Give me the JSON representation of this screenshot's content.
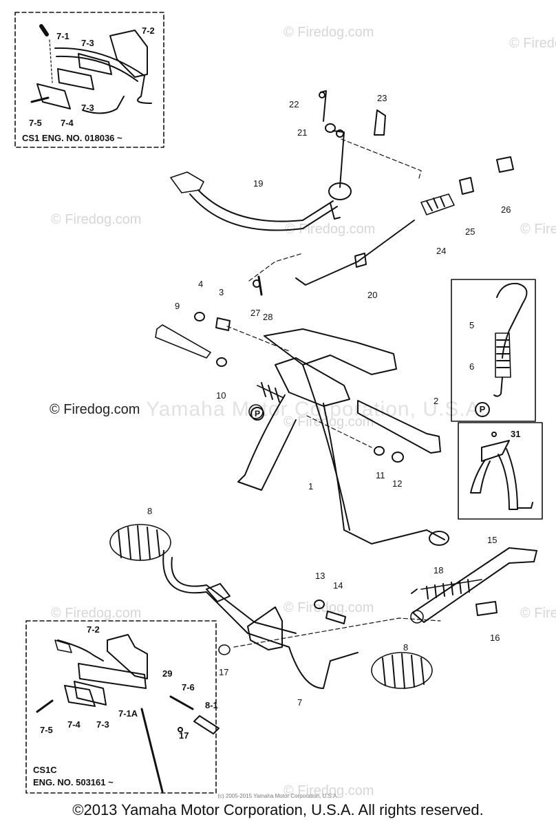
{
  "watermarks": {
    "firedog": "© Firedog.com",
    "yamaha": "Yamaha Motor Corporation, U.S.A."
  },
  "insets": {
    "cs1_note": "CS1  ENG. NO. 018036 ~",
    "cs1c_model": "CS1C",
    "cs1c_note": "ENG. NO. 503161 ~",
    "p_badge": "P"
  },
  "labels": {
    "l1": "1",
    "l2": "2",
    "l3": "3",
    "l4": "4",
    "l5": "5",
    "l6": "6",
    "l7": "7",
    "l8a": "8",
    "l8b": "8",
    "l9": "9",
    "l10": "10",
    "l11": "11",
    "l12": "12",
    "l13": "13",
    "l14": "14",
    "l15": "15",
    "l16": "16",
    "l17": "17",
    "l18": "18",
    "l19": "19",
    "l20": "20",
    "l21": "21",
    "l22": "22",
    "l23": "23",
    "l24": "24",
    "l25": "25",
    "l26": "26",
    "l27": "27",
    "l28": "28",
    "l31": "31",
    "t71": "7-1",
    "t72": "7-2",
    "t73": "7-3",
    "t73b": "7-3",
    "t74": "7-4",
    "t75": "7-5",
    "b72": "7-2",
    "b29": "29",
    "b76": "7-6",
    "b81": "8-1",
    "b75": "7-5",
    "b74": "7-4",
    "b73": "7-3",
    "b71a": "7-1A",
    "b17": "17"
  },
  "copyright_small": "(c) 2005-2015 Yamaha Motor Corporation, U.S.A.",
  "footer": "©2013 Yamaha Motor Corporation, U.S.A. All rights reserved."
}
